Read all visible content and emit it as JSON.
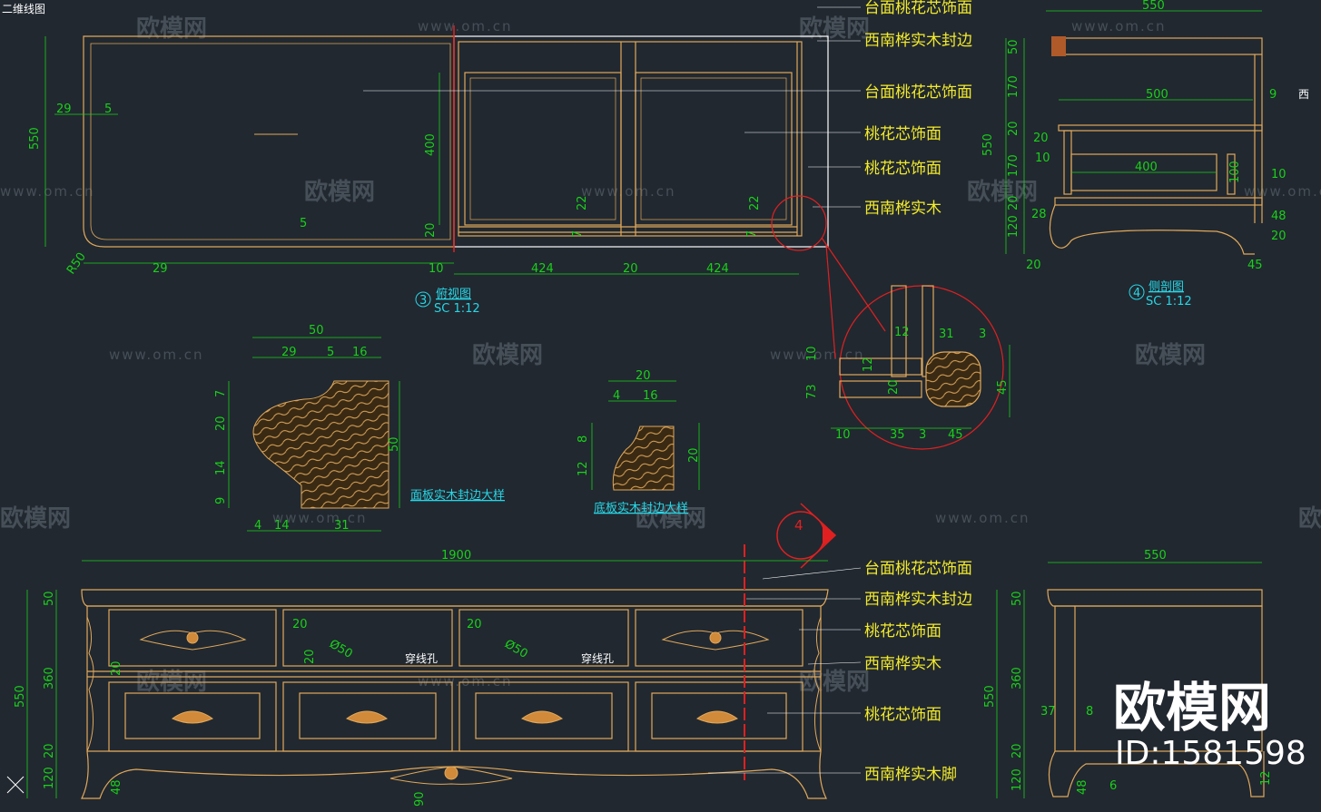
{
  "title_tag": "二维线图",
  "views": {
    "top": {
      "name": "俯视图",
      "scale": "SC 1:12",
      "num": "3"
    },
    "side": {
      "name": "侧剖图",
      "scale": "SC 1:12",
      "num": "4"
    },
    "detail_top": {
      "name": "面板实木封边大样"
    },
    "detail_bottom": {
      "name": "底板实木封边大样"
    },
    "section_marker": "4"
  },
  "callouts_top": [
    "台面桃花芯饰面",
    "西南桦实木封边",
    "台面桃花芯饰面",
    "桃花芯饰面",
    "桃花芯饰面",
    "西南桦实木"
  ],
  "callouts_front": [
    "台面桃花芯饰面",
    "西南桦实木封边",
    "桃花芯饰面",
    "西南桦实木",
    "桃花芯饰面",
    "西南桦实木脚"
  ],
  "hole_label": "穿线孔",
  "hole_dia": "Ø50",
  "dims": {
    "top_width": "1900",
    "side_width": "550",
    "front_height": "550",
    "r50": "R50",
    "a29": "29",
    "a5": "5",
    "a400": "400",
    "a20": "20",
    "a10": "10",
    "a424": "424",
    "a22": "22",
    "a7": "7",
    "a3": "3",
    "a170": "170",
    "a500": "500",
    "a9": "9",
    "a100": "100",
    "a28": "28",
    "a120": "120",
    "a48": "48",
    "a45": "45",
    "a50": "50",
    "a360": "360",
    "a16": "16",
    "a14": "14",
    "a31": "31",
    "a4": "4",
    "a8": "8",
    "a12": "12",
    "a35": "35",
    "a73": "73",
    "a37": "37",
    "a6": "6",
    "a90": "90"
  },
  "watermark": {
    "brand": "欧模网",
    "url": "www.om.cn"
  },
  "logo": {
    "brand": "欧模网",
    "id": "ID:1581598"
  },
  "west_fragment": "西",
  "colors": {
    "bg": "#212830",
    "dim": "#19d019",
    "label": "#f2ea2a",
    "cyan": "#27d7e6",
    "red": "#e02020",
    "wood": "#e0a85a"
  }
}
